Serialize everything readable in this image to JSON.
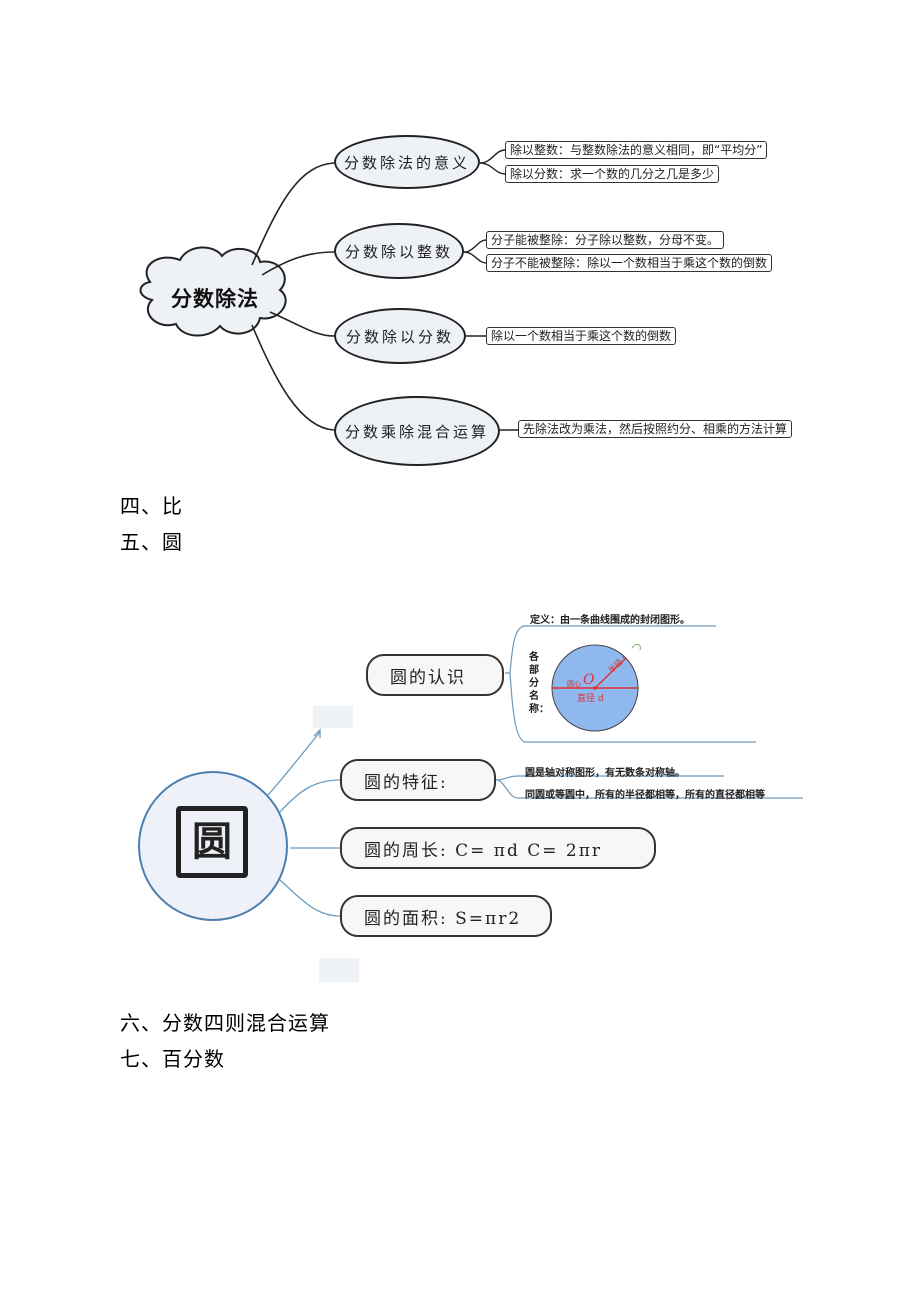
{
  "map1": {
    "center": "分数除法",
    "branches": [
      {
        "label": "分数除法的意义",
        "notes": [
          "除以整数：与整数除法的意义相同，即“平均分”",
          "除以分数：求一个数的几分之几是多少"
        ]
      },
      {
        "label": "分数除以整数",
        "notes": [
          "分子能被整除：分子除以整数，分母不变。",
          "分子不能被整除：除以一个数相当于乘这个数的倒数"
        ]
      },
      {
        "label": "分数除以分数",
        "notes": [
          "除以一个数相当于乘这个数的倒数"
        ]
      },
      {
        "label": "分数乘除混合运算",
        "notes": [
          "先除法改为乘法，然后按照约分、相乘的方法计算"
        ]
      }
    ]
  },
  "headings": {
    "h4": "四、比",
    "h5": "五、圆",
    "h6": "六、分数四则混合运算",
    "h7": "七、百分数"
  },
  "map2": {
    "center_glyph": "圆",
    "branches": [
      {
        "label": "圆的认识"
      },
      {
        "label": "圆的特征:"
      },
      {
        "label": "圆的周长: C= πd   C= 2πr"
      },
      {
        "label": "圆的面积: S=πr2"
      }
    ],
    "definition": "定义：由一条曲线围成的封闭图形。",
    "parts_label": "各部分名称：",
    "circle_labels": {
      "center": "圆心",
      "o": "O",
      "diameter": "直径 d",
      "radius": "半径 r"
    },
    "feature_notes": [
      "圆是轴对称图形，有无数条对称轴。",
      "同圆或等圆中，所有的半径都相等，所有的直径都相等"
    ],
    "colors": {
      "circle_fill": "#8fb8ef",
      "circle_line": "#e03030",
      "branch_line": "#6b9bbf",
      "center_ring": "#4a7fb0"
    }
  }
}
